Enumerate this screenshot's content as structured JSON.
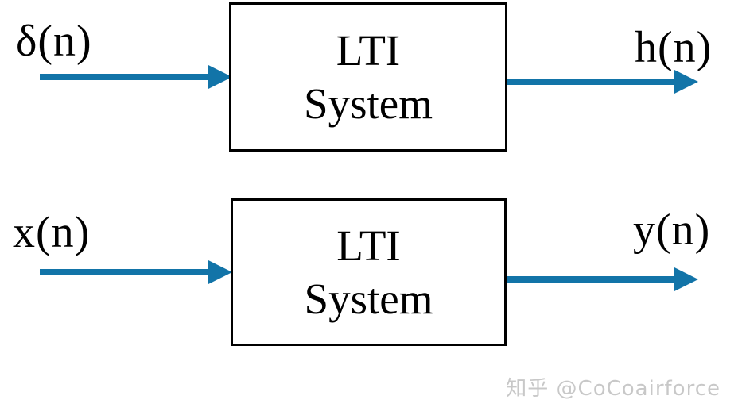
{
  "colors": {
    "arrow": "#1274a8",
    "box_border": "#000000",
    "text": "#000000",
    "watermark": "#c8c8c8"
  },
  "diagram_top": {
    "input_label": "δ(n)",
    "block_line1": "LTI",
    "block_line2": "System",
    "output_label": "h(n)"
  },
  "diagram_bottom": {
    "input_label": "x(n)",
    "block_line1": "LTI",
    "block_line2": "System",
    "output_label": "y(n)"
  },
  "watermark": {
    "text": "知乎 @CoCoairforce"
  }
}
